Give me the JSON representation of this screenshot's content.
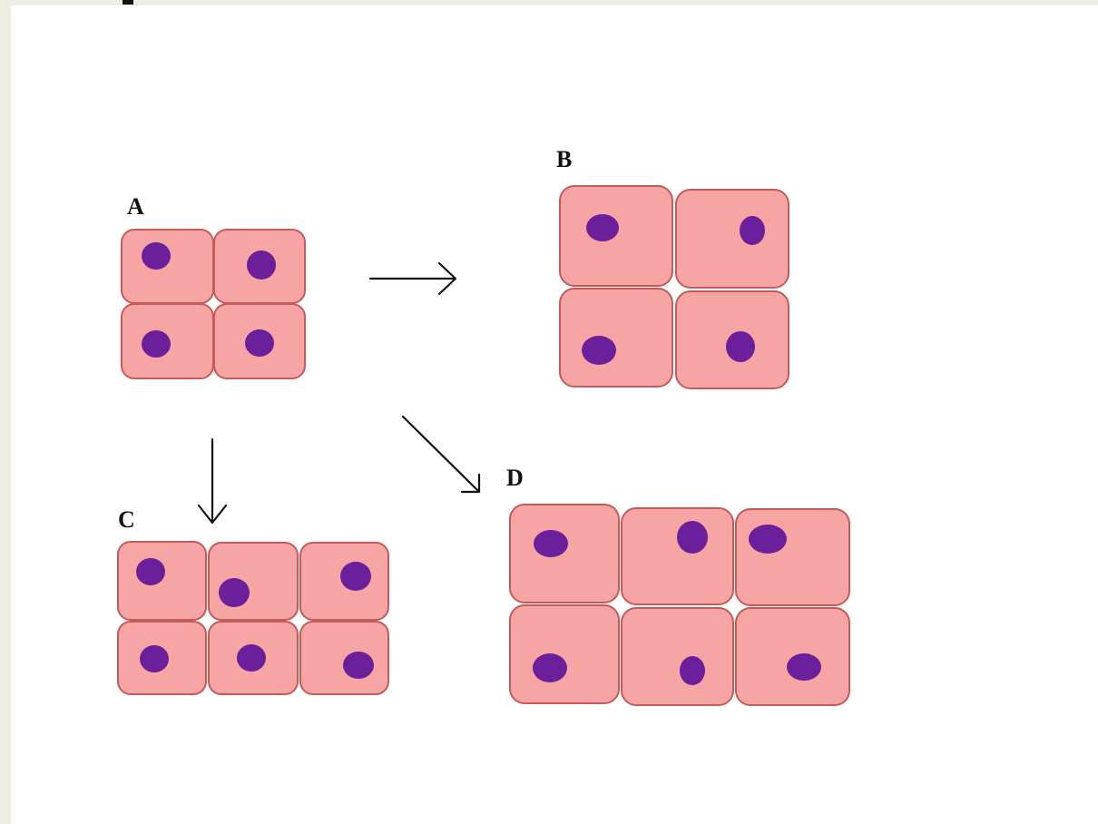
{
  "diagram": {
    "colors": {
      "page_background": "#ffffff",
      "left_border": "#efece2",
      "top_strip": "#efece2",
      "cell_fill": "#f7a4a4",
      "cell_border": "#c45a5a",
      "nucleus": "#6b1f9a",
      "arrow": "#111111"
    },
    "panels": [
      {
        "id": "A",
        "label": "A",
        "rows": 2,
        "cols": 2,
        "nuclei": 4
      },
      {
        "id": "B",
        "label": "B",
        "rows": 2,
        "cols": 2,
        "nuclei": 4
      },
      {
        "id": "C",
        "label": "C",
        "rows": 2,
        "cols": 3,
        "nuclei": 6
      },
      {
        "id": "D",
        "label": "D",
        "rows": 2,
        "cols": 3,
        "nuclei": 6
      }
    ],
    "arrows": [
      {
        "from": "A",
        "to": "B",
        "direction": "right"
      },
      {
        "from": "A",
        "to": "C",
        "direction": "down"
      },
      {
        "from": "A",
        "to": "D",
        "direction": "down-right"
      }
    ]
  }
}
